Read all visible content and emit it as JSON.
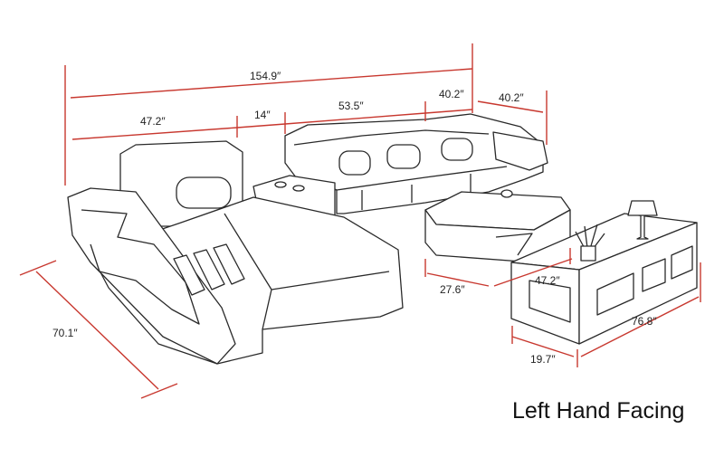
{
  "colors": {
    "dimension_line": "#c8382f",
    "sketch_line": "#2a2a2a",
    "sketch_fill": "#ffffff",
    "label_text": "#222222"
  },
  "dimensions": {
    "total_width": "154.9″",
    "chaise_width": "47.2″",
    "side_table_gap": "14″",
    "sofa_length": "53.5″",
    "end_seat": "40.2″",
    "side_depth": "40.2″",
    "chaise_depth": "70.1″",
    "coffee_table_depth": "27.6″",
    "coffee_table_width": "47.2″",
    "tv_stand_depth": "19.7″",
    "tv_stand_width": "76.8″"
  },
  "caption": "Left Hand Facing"
}
